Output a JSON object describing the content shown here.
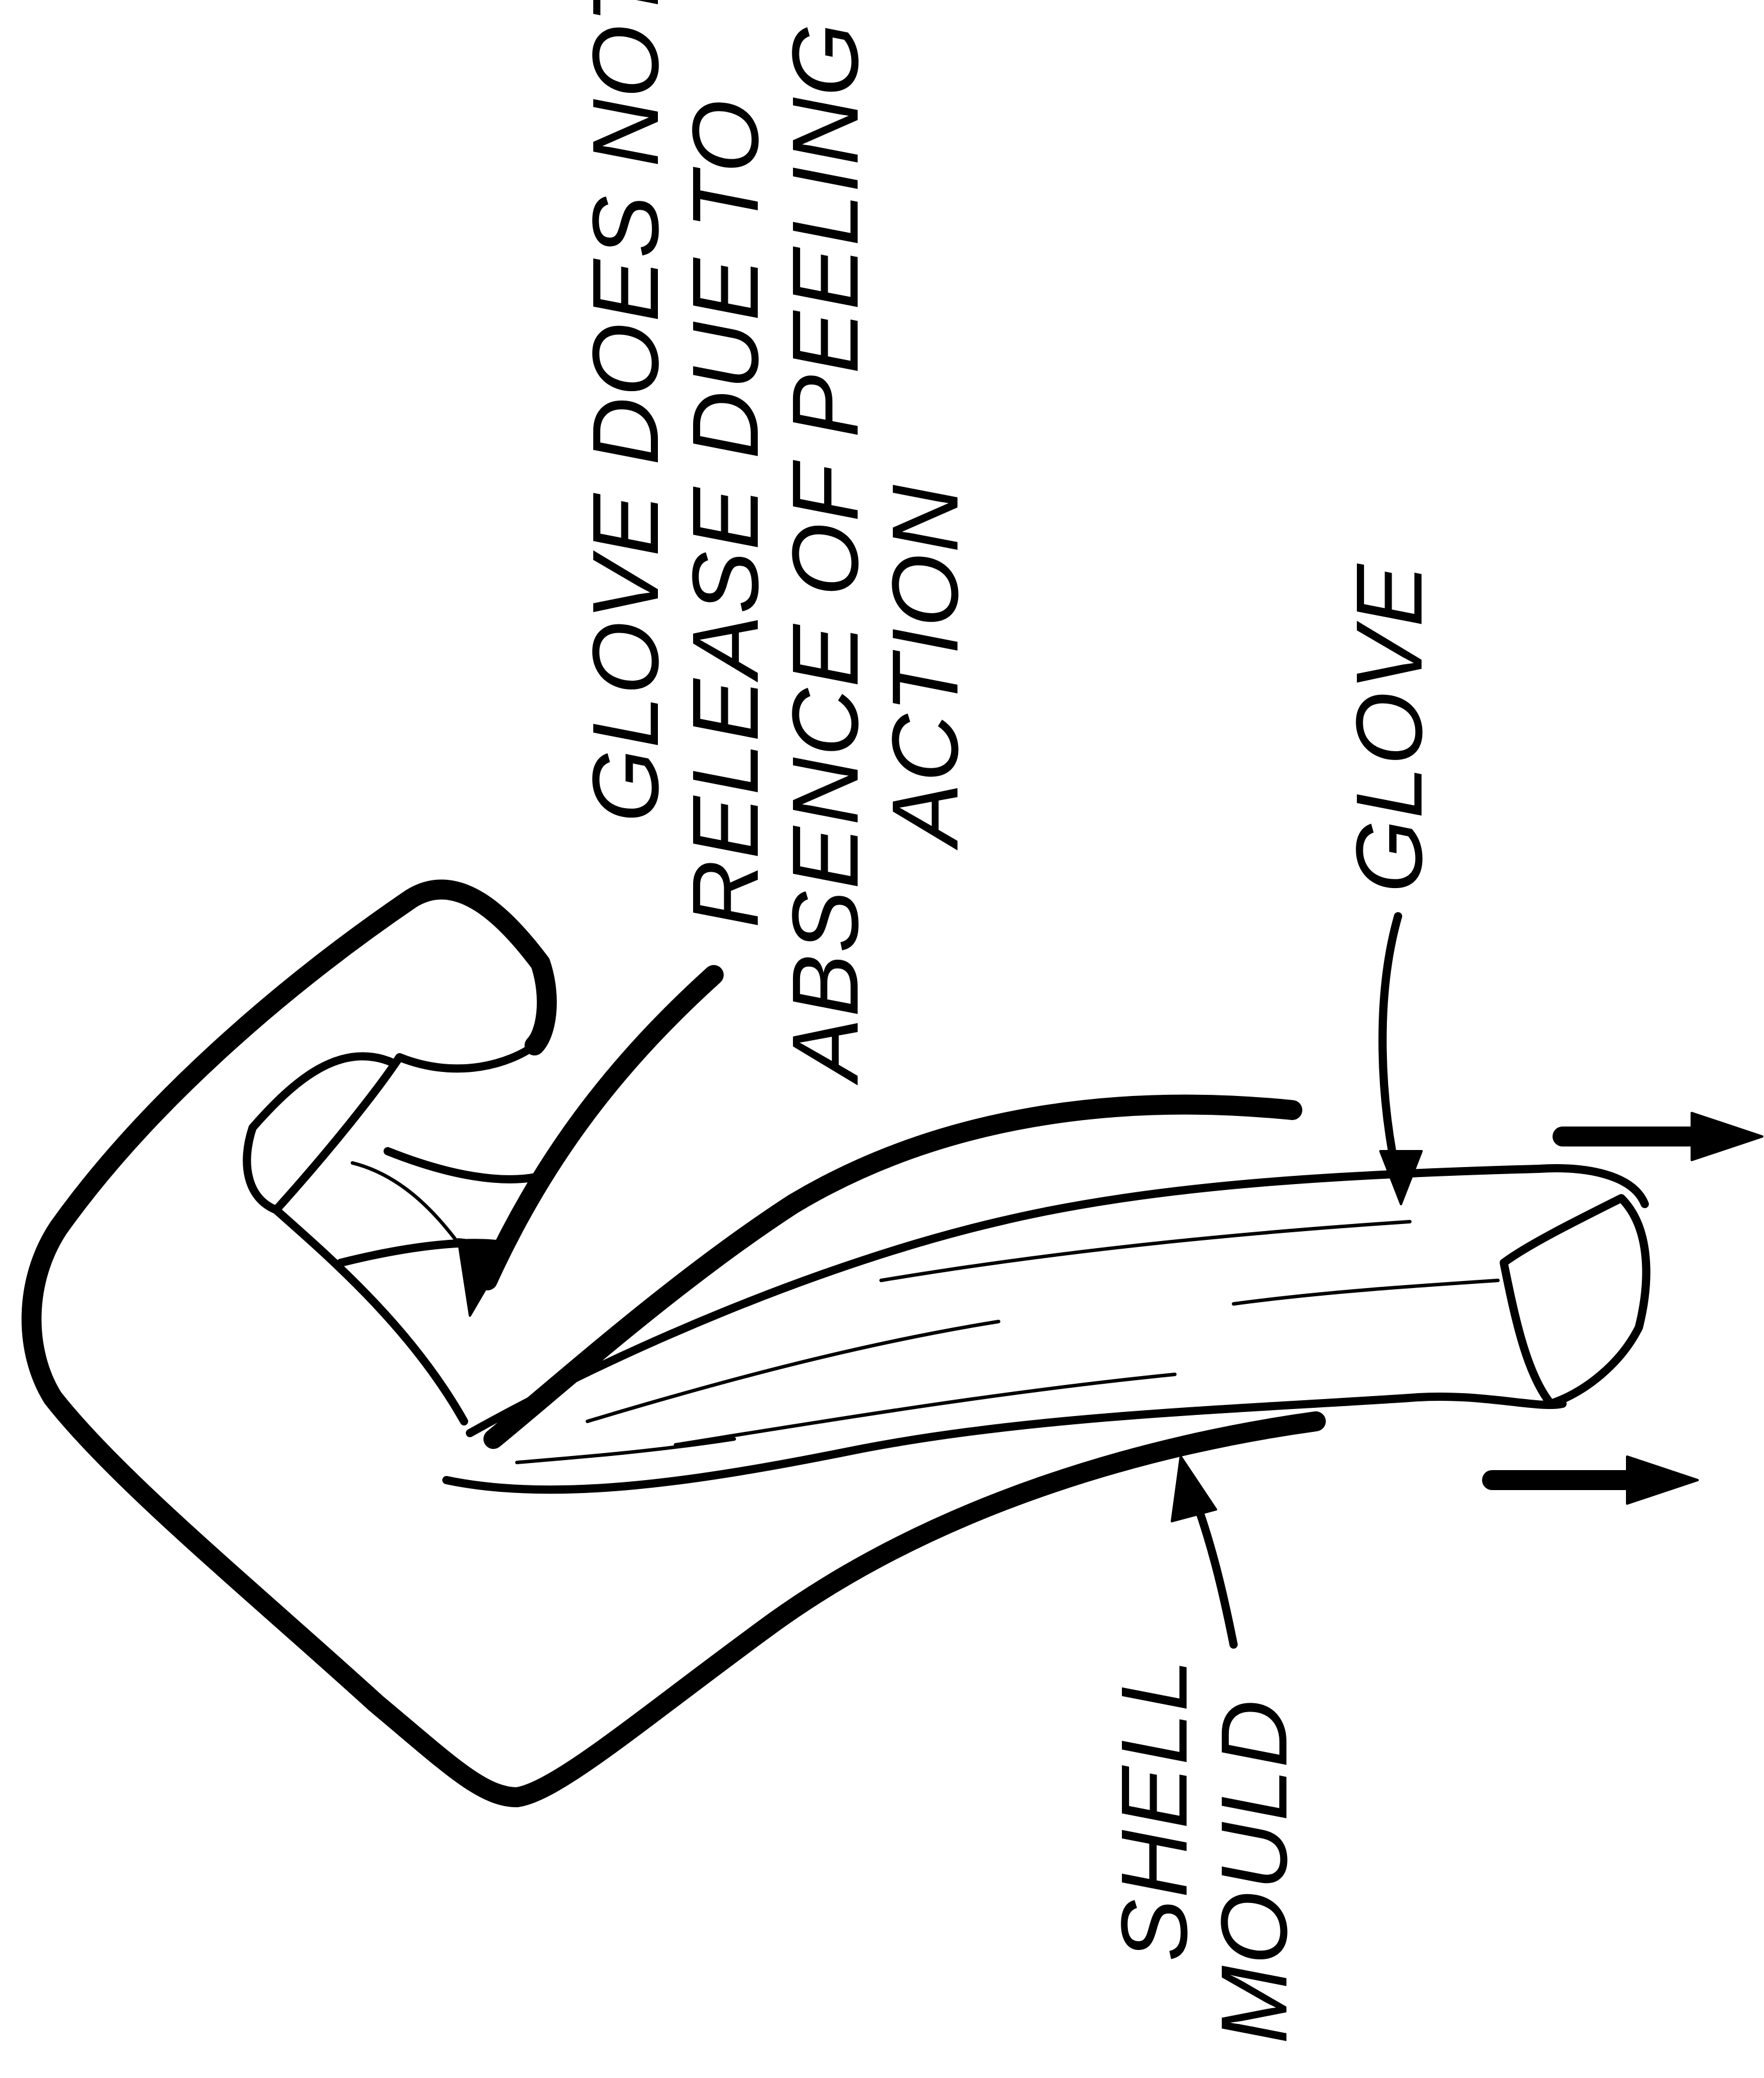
{
  "diagram": {
    "labels": {
      "glove_does_not_release": [
        "GLOVE DOES NOT",
        "RELEASE  DUE  TO",
        "ABSENCE OF  PEELING",
        "ACTION"
      ],
      "glove": "GLOVE",
      "shell_mould": [
        "SHELL",
        "MOULD"
      ]
    },
    "colors": {
      "ink": "#000000",
      "paper": "#ffffff"
    }
  }
}
